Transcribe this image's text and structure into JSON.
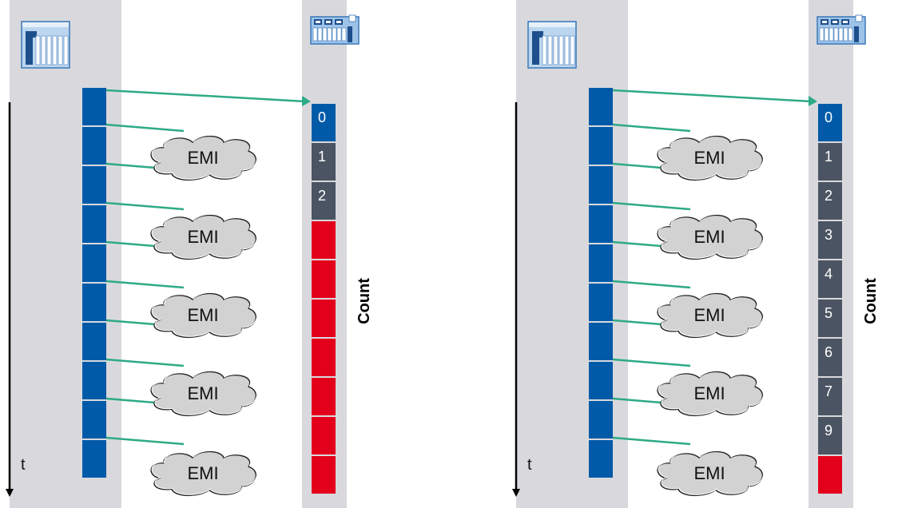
{
  "colors": {
    "strip_bg": "#d9d9dd",
    "sender_blue": "#005aa8",
    "arrow_green": "#2eaa86",
    "count_blue": "#005aa8",
    "count_gray": "#4a5462",
    "error_red": "#e3001b",
    "cloud_fill": "#d2d2d2"
  },
  "icons": {
    "sender": "plc-rack-icon",
    "receiver": "io-module-icon"
  },
  "diagram": {
    "time_label": "t",
    "count_label": "Count",
    "emi_label": "EMI"
  },
  "panels": [
    {
      "sender_frames": 10,
      "count_cells": [
        {
          "label": "0",
          "state": "ok"
        },
        {
          "label": "1",
          "state": "counting"
        },
        {
          "label": "2",
          "state": "counting"
        },
        {
          "label": "",
          "state": "error"
        },
        {
          "label": "",
          "state": "error"
        },
        {
          "label": "",
          "state": "error"
        },
        {
          "label": "",
          "state": "error"
        },
        {
          "label": "",
          "state": "error"
        },
        {
          "label": "",
          "state": "error"
        },
        {
          "label": "",
          "state": "error"
        }
      ]
    },
    {
      "sender_frames": 10,
      "count_cells": [
        {
          "label": "0",
          "state": "ok"
        },
        {
          "label": "1",
          "state": "counting"
        },
        {
          "label": "2",
          "state": "counting"
        },
        {
          "label": "3",
          "state": "counting"
        },
        {
          "label": "4",
          "state": "counting"
        },
        {
          "label": "5",
          "state": "counting"
        },
        {
          "label": "6",
          "state": "counting"
        },
        {
          "label": "7",
          "state": "counting"
        },
        {
          "label": "9",
          "state": "counting"
        },
        {
          "label": "",
          "state": "error"
        }
      ]
    }
  ]
}
